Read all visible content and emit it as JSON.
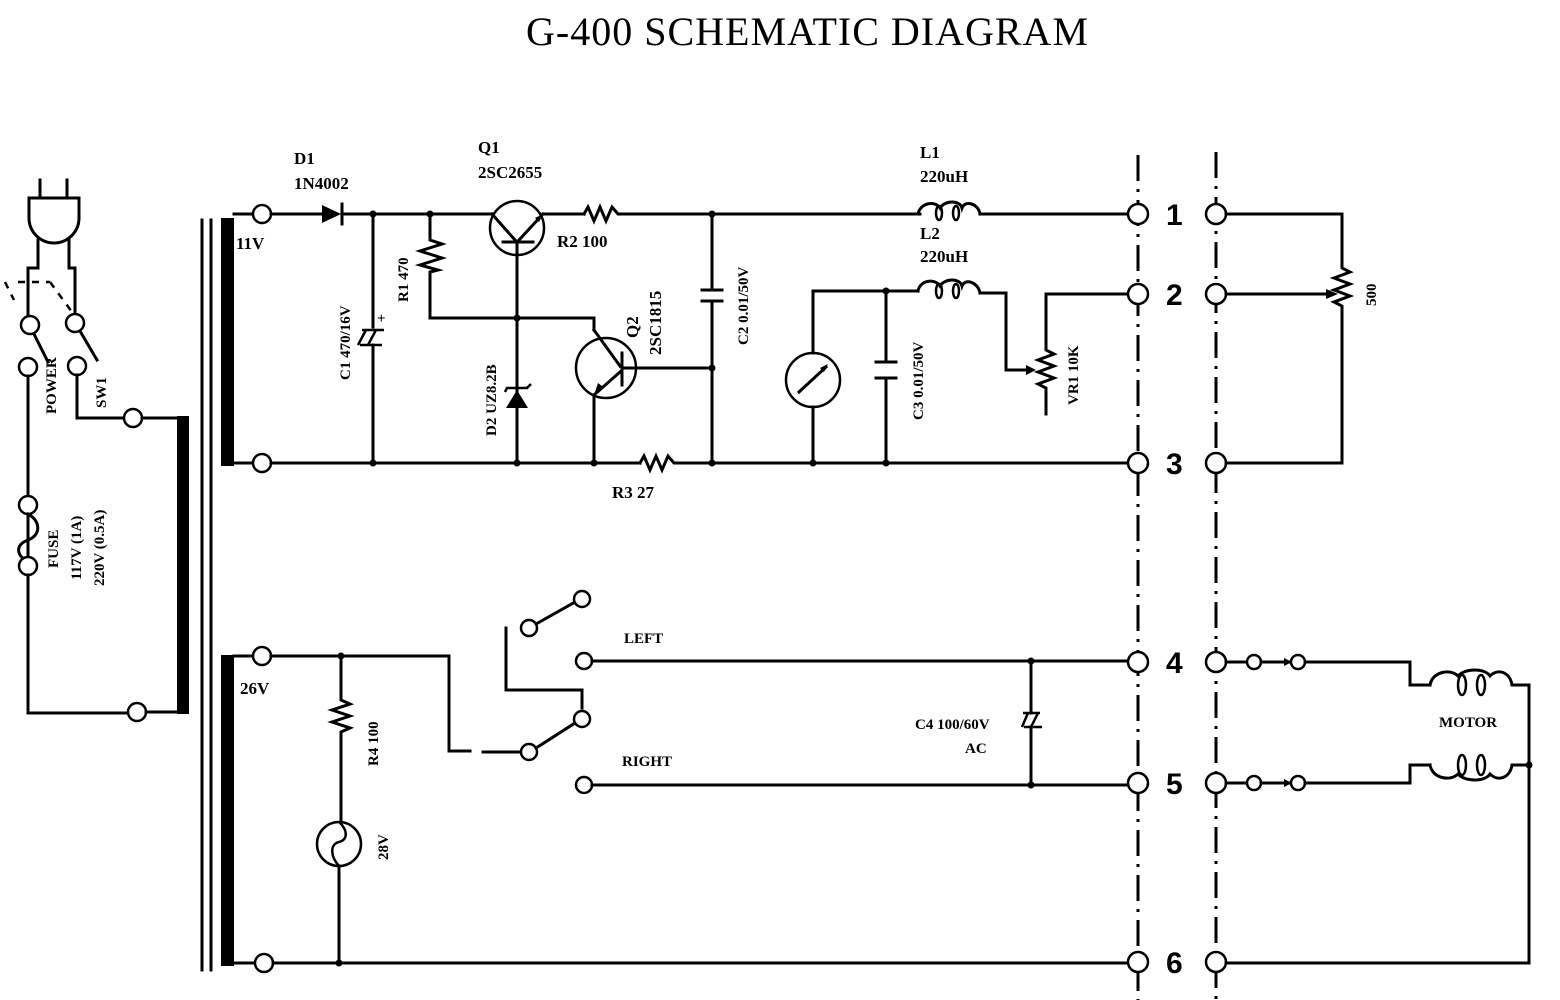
{
  "title": "G-400 SCHEMATIC DIAGRAM",
  "power_section": {
    "switch_power": "POWER",
    "switch_sw1": "SW1",
    "fuse_label": "FUSE",
    "fuse_rating_117": "117V (1A)",
    "fuse_rating_220": "220V (0.5A)"
  },
  "transformer": {
    "secondary_upper": "11V",
    "secondary_lower": "26V"
  },
  "components": {
    "d1_ref": "D1",
    "d1_part": "1N4002",
    "q1_ref": "Q1",
    "q1_part": "2SC2655",
    "r2": "R2 100",
    "r1": "R1 470",
    "c1": "C1 470/16V",
    "c1_polarity": "+",
    "d2": "D2 UZ8.2B",
    "q2_ref": "Q2",
    "q2_part": "2SC1815",
    "r3": "R3 27",
    "c2": "C2 0.01/50V",
    "l1_ref": "L1",
    "l1_value": "220uH",
    "l2_ref": "L2",
    "l2_value": "220uH",
    "c3": "C3 0.01/50V",
    "vr1": "VR1 10K",
    "r4": "R4 100",
    "lamp": "28V",
    "c4": "C4 100/60V",
    "c4_type": "AC",
    "pot_external": "500",
    "motor": "MOTOR"
  },
  "switch_outputs": {
    "left": "LEFT",
    "right": "RIGHT"
  },
  "connector_pins": [
    "1",
    "2",
    "3",
    "4",
    "5",
    "6"
  ]
}
